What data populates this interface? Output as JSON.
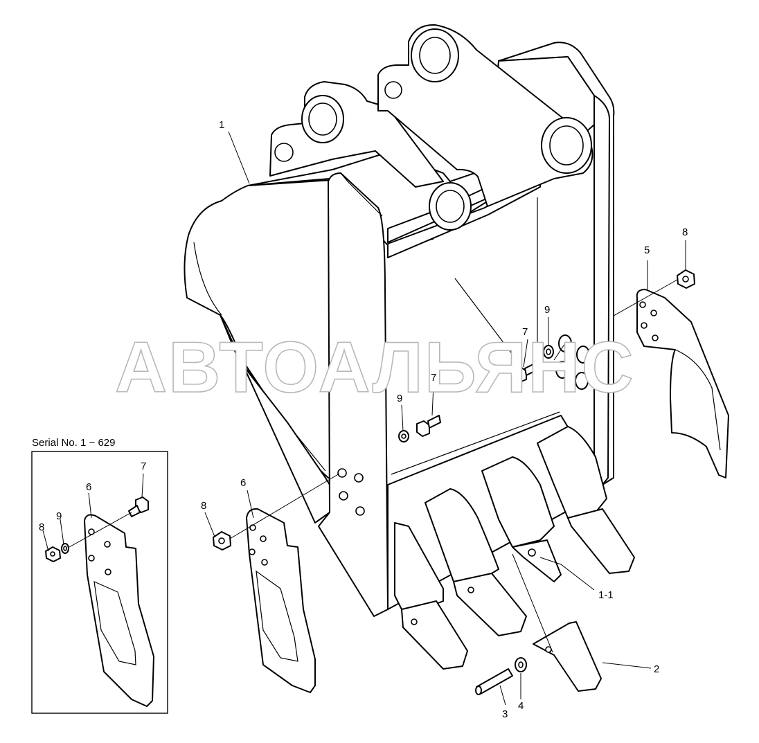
{
  "watermark": "АВТОАЛЬЯНС",
  "inset": {
    "title": "Serial No. 1 ~ 629"
  },
  "callouts": {
    "bucket": "1",
    "tooth_point": "2",
    "pin": "3",
    "lock_washer": "4",
    "side_cutter_right": "5",
    "side_cutter_left": "6",
    "bolt_left": "7",
    "bolt_right": "7",
    "nut_left": "8",
    "nut_right": "8",
    "washer_left": "9",
    "washer_right": "9",
    "adapter": "1-1",
    "inset_side_cutter": "6",
    "inset_bolt": "7",
    "inset_nut": "8",
    "inset_washer": "9"
  },
  "colors": {
    "line": "#000000",
    "background": "#ffffff",
    "watermark_outline": "#b8b8b8"
  }
}
